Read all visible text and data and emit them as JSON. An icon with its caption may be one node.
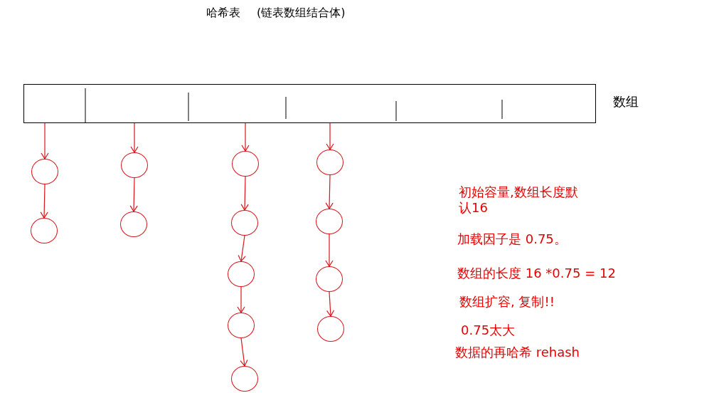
{
  "diagram": {
    "title": "哈希表 (链表数组结合体)",
    "nodes": [
      {
        "text": [
          "数组"
        ]
      },
      {
        "text": [],
        "shape": "circle"
      },
      {
        "text": [],
        "shape": "circle"
      },
      {
        "text": [],
        "shape": "circle"
      },
      {
        "text": [],
        "shape": "circle"
      },
      {
        "text": [],
        "shape": "circle"
      },
      {
        "text": [],
        "shape": "circle"
      },
      {
        "text": [],
        "shape": "circle"
      },
      {
        "text": [],
        "shape": "circle"
      },
      {
        "text": [],
        "shape": "circle"
      },
      {
        "text": [],
        "shape": "circle"
      },
      {
        "text": [],
        "shape": "circle"
      },
      {
        "text": [],
        "shape": "circle"
      },
      {
        "text": [],
        "shape": "circle"
      }
    ],
    "edges": [
      {
        "from": 0,
        "to": 1,
        "arrow": "to"
      },
      {
        "from": 1,
        "to": 2,
        "arrow": "to"
      },
      {
        "from": 0,
        "to": 3,
        "arrow": "to"
      },
      {
        "from": 3,
        "to": 4,
        "arrow": "to"
      },
      {
        "from": 0,
        "to": 5,
        "arrow": "to"
      },
      {
        "from": 5,
        "to": 6,
        "arrow": "to"
      },
      {
        "from": 6,
        "to": 7,
        "arrow": "to"
      },
      {
        "from": 7,
        "to": 8,
        "arrow": "to"
      },
      {
        "from": 8,
        "to": 9,
        "arrow": "to"
      },
      {
        "from": 0,
        "to": 10,
        "arrow": "to"
      },
      {
        "from": 10,
        "to": 11,
        "arrow": "to"
      },
      {
        "from": 11,
        "to": 12,
        "arrow": "to"
      },
      {
        "from": 12,
        "to": 13,
        "arrow": "to"
      }
    ],
    "labels": [
      "初始容量,数组长度默认16",
      "加载因子是 0.75。",
      "数组的长度 16 *0.75 = 12",
      "数组扩容, 复制!!",
      "0.75太大",
      "数据的再哈希 rehash"
    ]
  }
}
